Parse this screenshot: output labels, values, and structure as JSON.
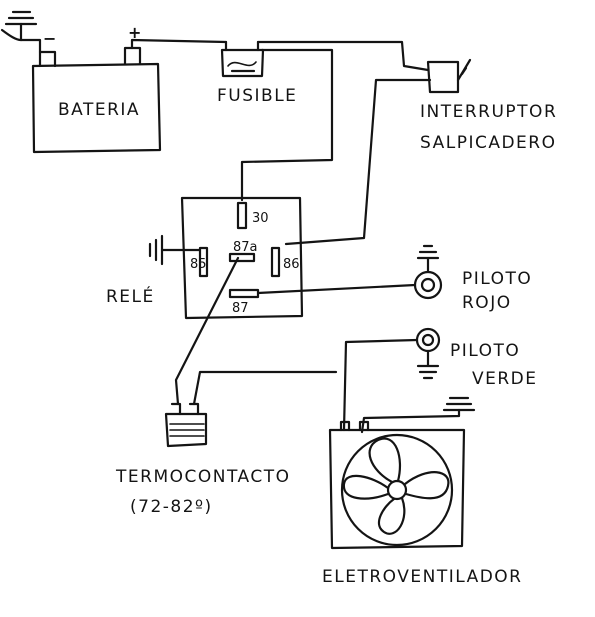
{
  "labels": {
    "bateria": "BATERIA",
    "fusible": "FUSIBLE",
    "interruptor_line1": "INTERRUPTOR",
    "interruptor_line2": "SALPICADERO",
    "rele": "RELÉ",
    "pin_30": "30",
    "pin_85": "85",
    "pin_87a": "87a",
    "pin_86": "86",
    "pin_87": "87",
    "piloto_rojo_line1": "PILOTO",
    "piloto_rojo_line2": "ROJO",
    "piloto_verde_line1": "PILOTO",
    "piloto_verde_line2": "VERDE",
    "termocontacto_line1": "TERMOCONTACTO",
    "termocontacto_line2": "(72-82º)",
    "electroventilador": "ELETROVENTILADOR",
    "battery_minus": "−",
    "battery_plus": "+"
  }
}
